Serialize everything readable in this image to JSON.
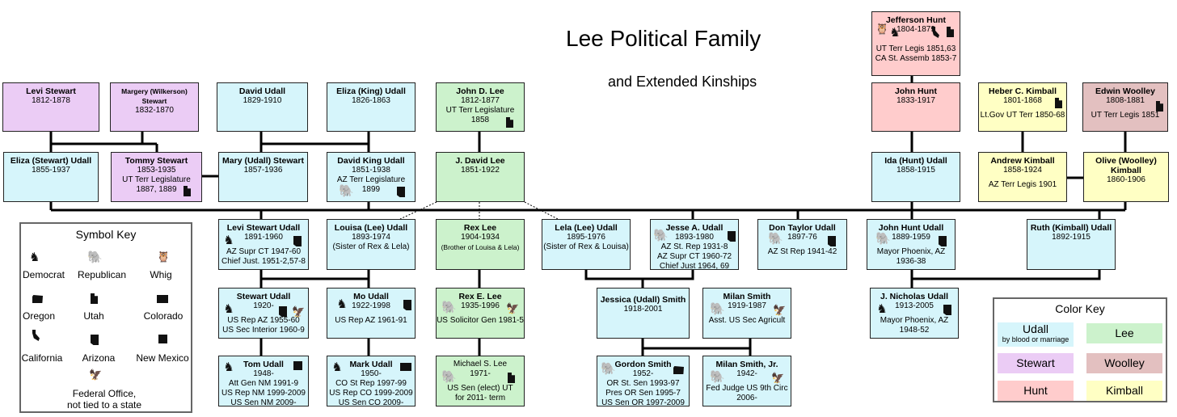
{
  "title": "Lee Political Family",
  "subtitle": "and Extended Kinships",
  "people": {
    "levi_stewart": {
      "name": "Levi Stewart",
      "lines": [
        "1812-1878"
      ]
    },
    "margery_stewart": {
      "name": "Margery (Wilkerson) Stewart",
      "lines": [
        "1832-1870"
      ]
    },
    "david_udall": {
      "name": "David Udall",
      "lines": [
        "1829-1910"
      ]
    },
    "eliza_king_udall": {
      "name": "Eliza (King) Udall",
      "lines": [
        "1826-1863"
      ]
    },
    "john_d_lee": {
      "name": "John D. Lee",
      "lines": [
        "1812-1877",
        "UT Terr Legislature",
        "1858"
      ]
    },
    "jefferson_hunt": {
      "name": "Jefferson Hunt",
      "lines": [
        "1804-1879",
        "UT Terr Legis 1851,63",
        "CA St. Assemb 1853-7"
      ]
    },
    "john_hunt": {
      "name": "John Hunt",
      "lines": [
        "1833-1917"
      ]
    },
    "heber_kimball": {
      "name": "Heber C. Kimball",
      "lines": [
        "1801-1868",
        "Lt.Gov UT Terr 1850-68"
      ]
    },
    "edwin_woolley": {
      "name": "Edwin Woolley",
      "lines": [
        "1808-1881",
        "UT Terr Legis 1851"
      ]
    },
    "eliza_stewart_udall": {
      "name": "Eliza (Stewart) Udall",
      "lines": [
        "1855-1937"
      ]
    },
    "tommy_stewart": {
      "name": "Tommy Stewart",
      "lines": [
        "1853-1935",
        "UT Terr Legislature",
        "1887, 1889"
      ]
    },
    "mary_udall_stewart": {
      "name": "Mary (Udall) Stewart",
      "lines": [
        "1857-1936"
      ]
    },
    "david_king_udall": {
      "name": "David King Udall",
      "lines": [
        "1851-1938",
        "AZ Terr Legislature",
        "1899"
      ]
    },
    "j_david_lee": {
      "name": "J. David Lee",
      "lines": [
        "1851-1922"
      ]
    },
    "ida_hunt_udall": {
      "name": "Ida (Hunt) Udall",
      "lines": [
        "1858-1915"
      ]
    },
    "andrew_kimball": {
      "name": "Andrew Kimball",
      "lines": [
        "1858-1924",
        "AZ Terr Legis 1901"
      ]
    },
    "olive_woolley_kimball": {
      "name": "Olive (Woolley) Kimball",
      "lines": [
        "1860-1906"
      ]
    },
    "levi_stewart_udall": {
      "name": "Levi Stewart Udall",
      "lines": [
        "1891-1960",
        "AZ Supr CT 1947-60",
        "Chief Just. 1951-2,57-8"
      ]
    },
    "louisa_lee_udall": {
      "name": "Louisa (Lee) Udall",
      "lines": [
        "1893-1974",
        "(Sister of Rex & Lela)"
      ]
    },
    "rex_lee": {
      "name": "Rex Lee",
      "lines": [
        "1904-1934",
        "(Brother of Louisa & Lela)"
      ]
    },
    "lela_lee_udall": {
      "name": "Lela (Lee) Udall",
      "lines": [
        "1895-1976",
        "(Sister of Rex & Louisa)"
      ]
    },
    "jesse_udall": {
      "name": "Jesse A. Udall",
      "lines": [
        "1893-1980",
        "AZ St. Rep 1931-8",
        "AZ Supr CT 1960-72",
        "Chief Just 1964, 69"
      ]
    },
    "don_taylor_udall": {
      "name": "Don Taylor Udall",
      "lines": [
        "1897-76",
        "AZ St Rep 1941-42"
      ]
    },
    "john_hunt_udall": {
      "name": "John Hunt Udall",
      "lines": [
        "1889-1959",
        "Mayor Phoenix, AZ",
        "1936-38"
      ]
    },
    "ruth_kimball_udall": {
      "name": "Ruth (Kimball) Udall",
      "lines": [
        "1892-1915"
      ]
    },
    "stewart_udall": {
      "name": "Stewart Udall",
      "lines": [
        "1920-",
        "US Rep AZ 1955-60",
        "US Sec Interior 1960-9"
      ]
    },
    "mo_udall": {
      "name": "Mo Udall",
      "lines": [
        "1922-1998",
        "US Rep AZ 1961-91"
      ]
    },
    "rex_e_lee": {
      "name": "Rex E. Lee",
      "lines": [
        "1935-1996",
        "US Solicitor Gen 1981-5"
      ]
    },
    "jessica_udall_smith": {
      "name": "Jessica (Udall) Smith",
      "lines": [
        "1918-2001"
      ]
    },
    "milan_smith": {
      "name": "Milan Smith",
      "lines": [
        "1919-1987",
        "Asst. US Sec Agricult"
      ]
    },
    "j_nicholas_udall": {
      "name": "J. Nicholas Udall",
      "lines": [
        "1913-2005",
        "Mayor Phoenix, AZ",
        "1948-52"
      ]
    },
    "tom_udall": {
      "name": "Tom Udall",
      "lines": [
        "1948-",
        "Att Gen NM 1991-9",
        "US Rep NM 1999-2009",
        "US Sen NM 2009-"
      ]
    },
    "mark_udall": {
      "name": "Mark Udall",
      "lines": [
        "1950-",
        "CO St Rep 1997-99",
        "US Rep CO 1999-2009",
        "US Sen  CO 2009-"
      ]
    },
    "michael_s_lee": {
      "name": "Michael S. Lee",
      "lines": [
        "1971-",
        "US Sen (elect) UT",
        "for 2011- term"
      ]
    },
    "gordon_smith": {
      "name": "Gordon Smith",
      "lines": [
        "1952-",
        "OR St. Sen 1993-97",
        "Pres OR Sen 1995-7",
        "US Sen OR 1997-2009"
      ]
    },
    "milan_smith_jr": {
      "name": "Milan Smith, Jr.",
      "lines": [
        "1942-",
        "Fed Judge US 9th Circ",
        "2006-"
      ]
    }
  },
  "symbol_key": {
    "title": "Symbol Key",
    "items": [
      {
        "label": "Democrat",
        "icon": "donkey-icon"
      },
      {
        "label": "Republican",
        "icon": "elephant-icon"
      },
      {
        "label": "Whig",
        "icon": "owl-icon"
      },
      {
        "label": "Oregon",
        "icon": "oregon-state-icon"
      },
      {
        "label": "Utah",
        "icon": "utah-state-icon"
      },
      {
        "label": "Colorado",
        "icon": "colorado-state-icon"
      },
      {
        "label": "California",
        "icon": "california-state-icon"
      },
      {
        "label": "Arizona",
        "icon": "arizona-state-icon"
      },
      {
        "label": "New Mexico",
        "icon": "new-mexico-state-icon"
      }
    ],
    "federal_line1": "Federal Office,",
    "federal_line2": "not tied to a state"
  },
  "color_key": {
    "title": "Color Key",
    "items": [
      {
        "label": "Udall",
        "sublabel": "by blood or marriage",
        "color": "#d6f5fb"
      },
      {
        "label": "Lee",
        "color": "#ccf2cc"
      },
      {
        "label": "Stewart",
        "color": "#ebccf5"
      },
      {
        "label": "Woolley",
        "color": "#e3c0c0"
      },
      {
        "label": "Hunt",
        "color": "#ffcccc"
      },
      {
        "label": "Kimball",
        "color": "#ffffc4"
      }
    ]
  }
}
